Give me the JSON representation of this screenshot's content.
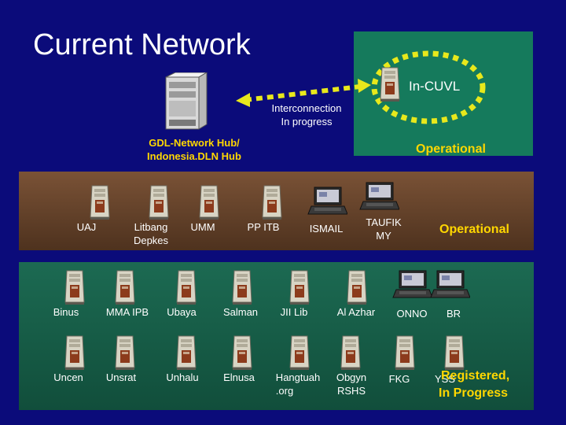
{
  "title": "Current Network",
  "hub": {
    "in_cuvl": "In-CUVL",
    "interconnection_line1": "Interconnection",
    "interconnection_line2": "In progress",
    "gdl_line1": "GDL-Network Hub/",
    "gdl_line2": "Indonesia.DLN Hub",
    "operational_top": "Operational"
  },
  "row1": {
    "status": "Operational",
    "nodes": [
      {
        "line1": "UAJ",
        "line2": ""
      },
      {
        "line1": "Litbang",
        "line2": "Depkes"
      },
      {
        "line1": "UMM",
        "line2": ""
      },
      {
        "line1": "PP ITB",
        "line2": ""
      },
      {
        "line1": "ISMAIL",
        "line2": ""
      },
      {
        "line1": "TAUFIK",
        "line2": "MY"
      }
    ]
  },
  "row2": {
    "nodes": [
      {
        "line1": "Binus"
      },
      {
        "line1": "MMA IPB"
      },
      {
        "line1": "Ubaya"
      },
      {
        "line1": "Salman"
      },
      {
        "line1": "JII Lib"
      },
      {
        "line1": "Al Azhar"
      },
      {
        "line1": "ONNO"
      },
      {
        "line1": "BR"
      }
    ]
  },
  "row3": {
    "status_line1": "Registered,",
    "status_line2": "In Progress",
    "nodes": [
      {
        "line1": "Uncen",
        "line2": ""
      },
      {
        "line1": "Unsrat",
        "line2": ""
      },
      {
        "line1": "Unhalu",
        "line2": ""
      },
      {
        "line1": "Elnusa",
        "line2": ""
      },
      {
        "line1": "Hangtuah",
        "line2": ".org"
      },
      {
        "line1": "Obgyn",
        "line2": "RSHS"
      },
      {
        "line1": "FKG",
        "line2": ""
      },
      {
        "line1": "YSS",
        "line2": ""
      }
    ]
  },
  "colors": {
    "background": "#0b0b7a",
    "brown_band": "#6b4a33",
    "green_band": "#186450",
    "accent_yellow": "#ffd700",
    "dashed_ring": "#e8e81c"
  }
}
